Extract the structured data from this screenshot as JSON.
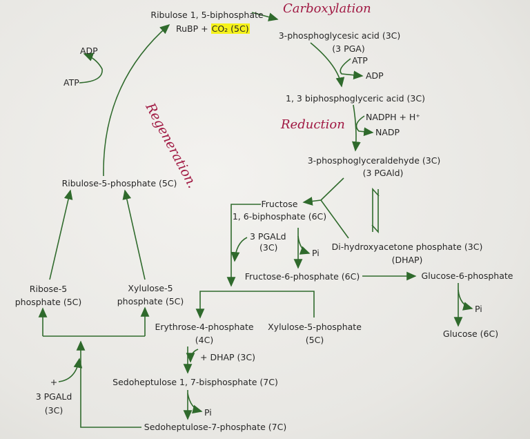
{
  "labels": {
    "rubp_title": "Ribulose 1, 5-biphosphate",
    "rubp_prefix": "RuBP + ",
    "co2": "CO₂ (5C)",
    "pga": "3-phosphoglycesic acid (3C)",
    "pga_abbr": "(3 PGA)",
    "atp1": "ATP",
    "adp1": "ADP",
    "bpg": "1, 3 biphosphoglyceric acid (3C)",
    "nadph": "NADPH + H⁺",
    "nadp": "NADP",
    "pgald": "3-phosphoglyceraldehyde (3C)",
    "pgald_abbr": "(3 PGAld)",
    "fbp1": "Fructose",
    "fbp2": "1, 6-biphosphate (6C)",
    "pgald3": "3 PGALd",
    "pgald3c": "(3C)",
    "pi1": "Pi",
    "dhap": "Di-hydroxyacetone phosphate (3C)",
    "dhap_abbr": "(DHAP)",
    "f6p": "Fructose-6-phosphate (6C)",
    "g6p": "Glucose-6-phosphate",
    "pi2": "Pi",
    "glucose": "Glucose (6C)",
    "e4p": "Erythrose-4-phosphate",
    "e4p_c": "(4C)",
    "x5p": "Xylulose-5-phosphate",
    "x5p_c": "(5C)",
    "plus_dhap": "+ DHAP (3C)",
    "sbp": "Sedoheptulose 1, 7-bisphosphate (7C)",
    "pi3": "Pi",
    "s7p": "Sedoheptulose-7-phosphate (7C)",
    "plus": "+",
    "pgald3b": "3 PGALd",
    "pgald3b_c": "(3C)",
    "r5p1": "Ribose-5",
    "r5p2": "phosphate (5C)",
    "xy1": "Xylulose-5",
    "xy2": "phosphate (5C)",
    "ru5p": "Ribulose-5-phosphate (5C)",
    "atp2": "ATP",
    "adp2": "ADP"
  },
  "stages": {
    "carboxylation": "Carboxylation",
    "reduction": "Reduction",
    "regeneration": "Regeneration."
  },
  "colors": {
    "arrow": "#2f6a2c",
    "handwriting": "#a01842",
    "highlight": "#f5f21a"
  }
}
